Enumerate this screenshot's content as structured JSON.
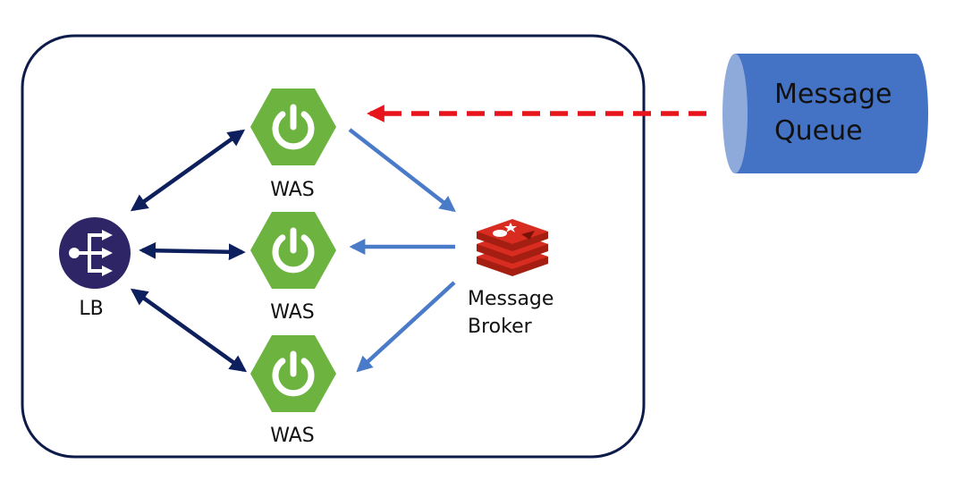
{
  "nodes": {
    "lb": {
      "label": "LB"
    },
    "was_top": {
      "label": "WAS"
    },
    "was_middle": {
      "label": "WAS"
    },
    "was_bottom": {
      "label": "WAS"
    },
    "broker": {
      "line1": "Message",
      "line2": "Broker"
    },
    "queue": {
      "line1": "Message",
      "line2": "Queue"
    }
  },
  "colors": {
    "container_border": "#0d1b4a",
    "lb_fill": "#2e2566",
    "spring_green": "#6db33f",
    "dark_arrow": "#0d1f5c",
    "blue_arrow": "#4a7bc8",
    "red_dashed_arrow": "#e8141c",
    "queue_body": "#4472c4",
    "queue_cap": "#8eaadb",
    "redis_red": "#d82c20",
    "redis_dark": "#a41e11"
  }
}
